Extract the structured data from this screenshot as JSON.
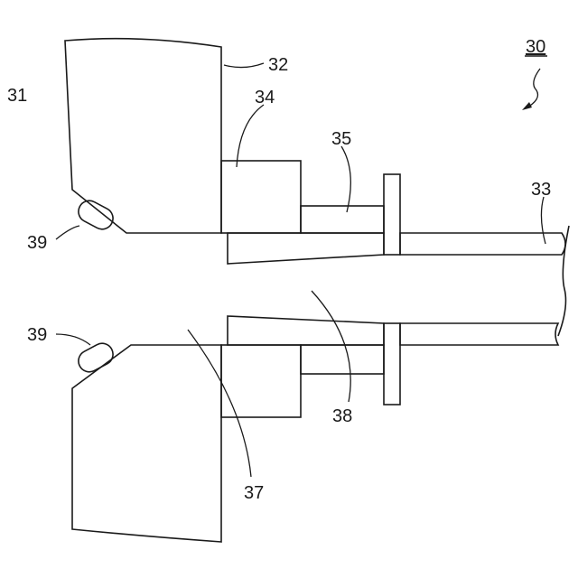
{
  "labels": {
    "l30": "30",
    "l31": "31",
    "l32": "32",
    "l33": "33",
    "l34": "34",
    "l35": "35",
    "l37": "37",
    "l38": "38",
    "l39a": "39",
    "l39b": "39"
  },
  "colors": {
    "stroke": "#1a1a1a",
    "background": "#ffffff"
  }
}
